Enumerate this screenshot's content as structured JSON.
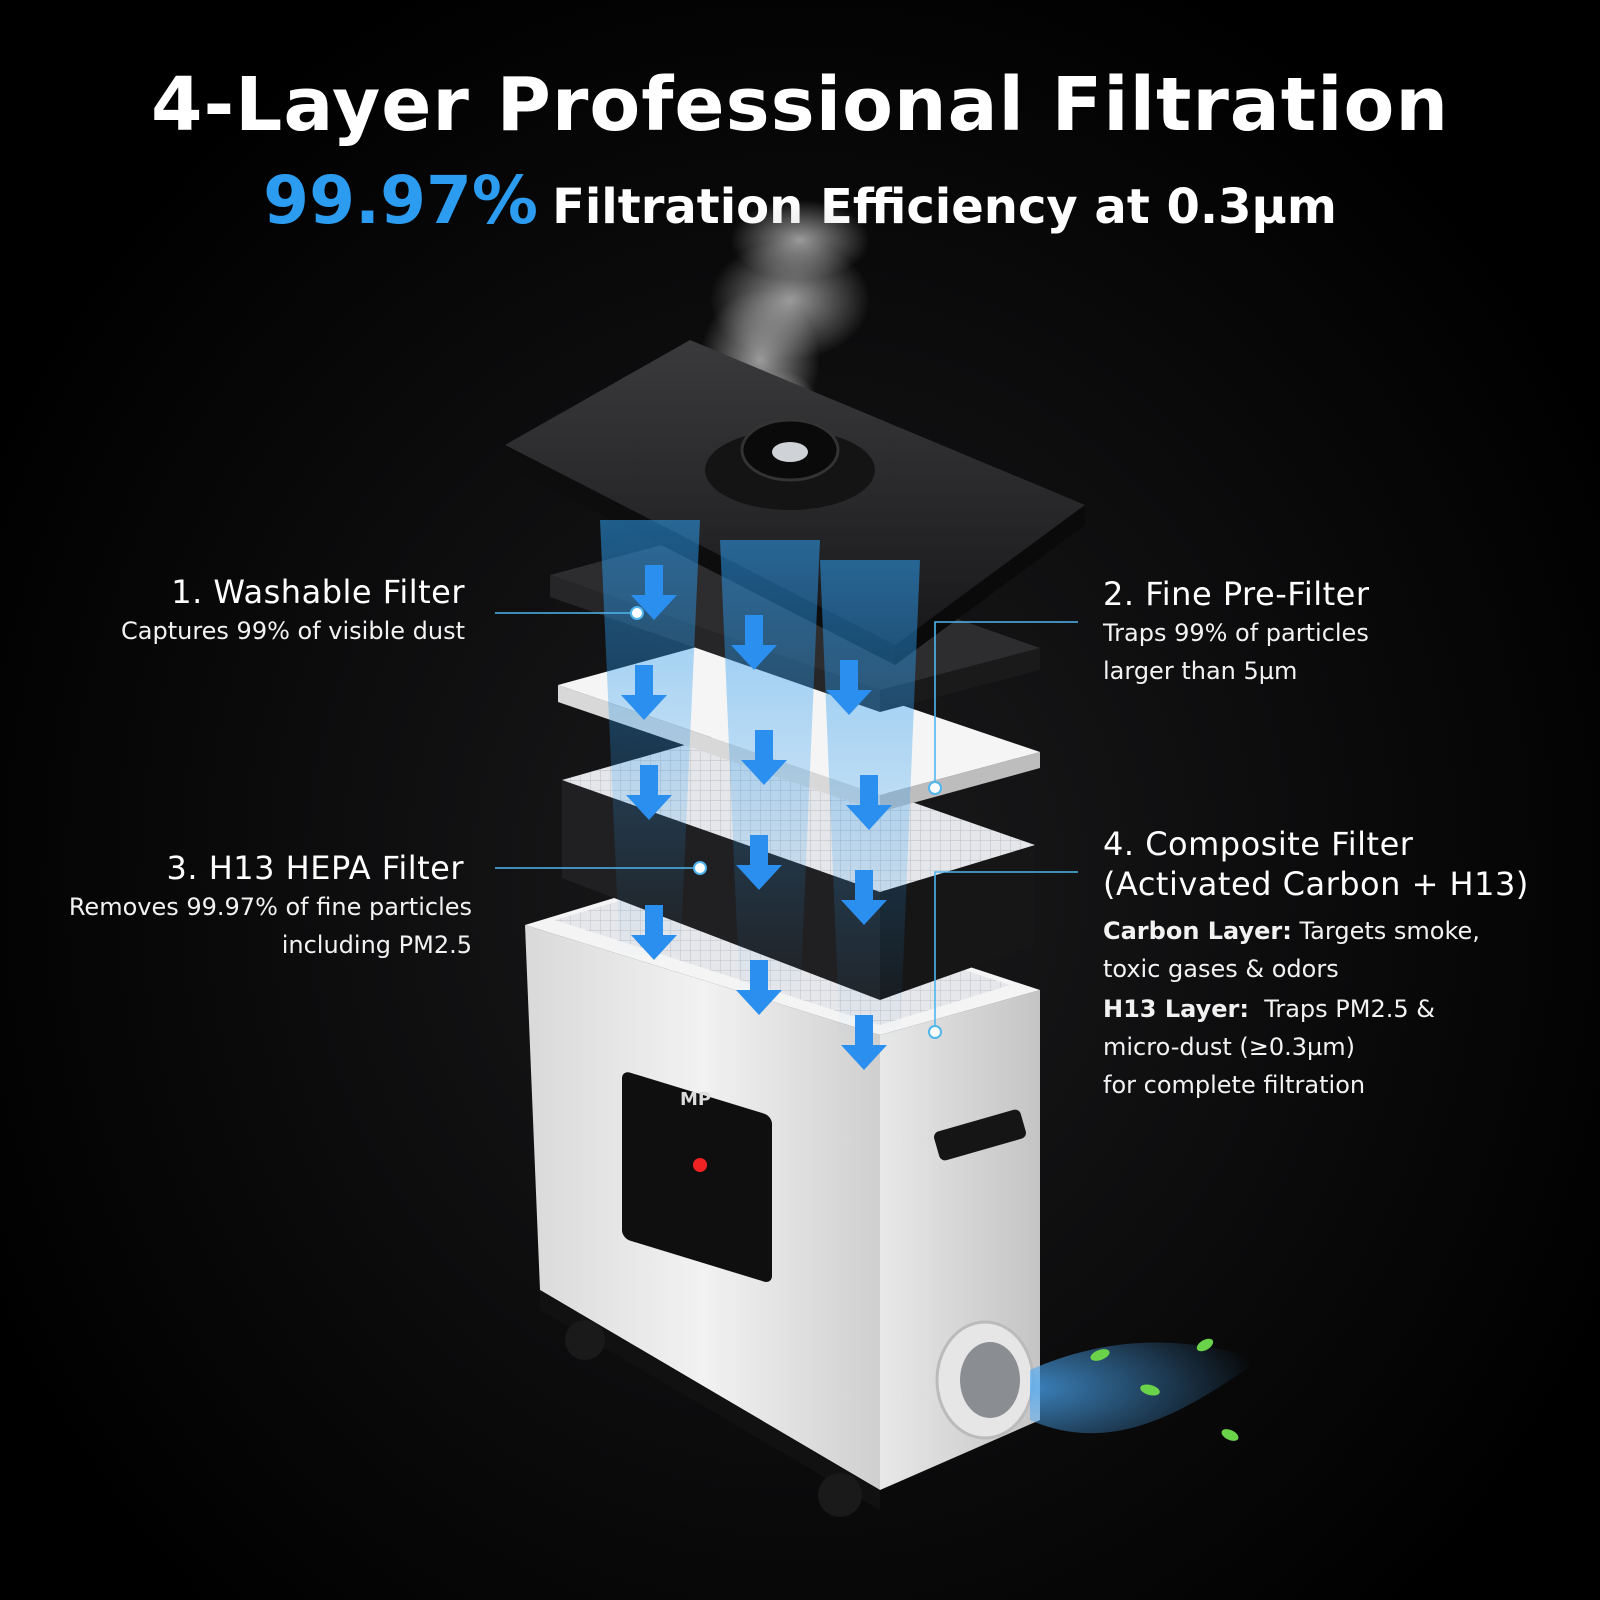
{
  "header": {
    "title": "4-Layer Professional Filtration",
    "efficiency_value": "99.97%",
    "efficiency_text": "Filtration Efficiency at 0.3µm"
  },
  "filters": [
    {
      "title": "1. Washable Filter",
      "desc": [
        "Captures 99% of visible dust"
      ]
    },
    {
      "title": "2. Fine Pre-Filter",
      "desc": [
        "Traps 99% of particles",
        "larger than 5µm"
      ]
    },
    {
      "title": "3. H13 HEPA Filter",
      "desc": [
        "Removes 99.97% of fine particles",
        "including PM2.5"
      ]
    },
    {
      "title": [
        "4. Composite Filter",
        "(Activated Carbon + H13)"
      ],
      "carbon_label": "Carbon Layer:",
      "carbon_text": " Targets smoke,",
      "carbon_text2": "toxic gases & odors",
      "h13_label": "H13 Layer:",
      "h13_text": "  Traps PM2.5 &",
      "h13_text2": "micro-dust (≥0.3µm)",
      "h13_text3": "for complete filtration"
    }
  ],
  "device": {
    "brand_logo": "MP"
  },
  "colors": {
    "accent_blue": "#2b9cf0",
    "callout_line": "#4fb6ee",
    "background": "#000000"
  }
}
